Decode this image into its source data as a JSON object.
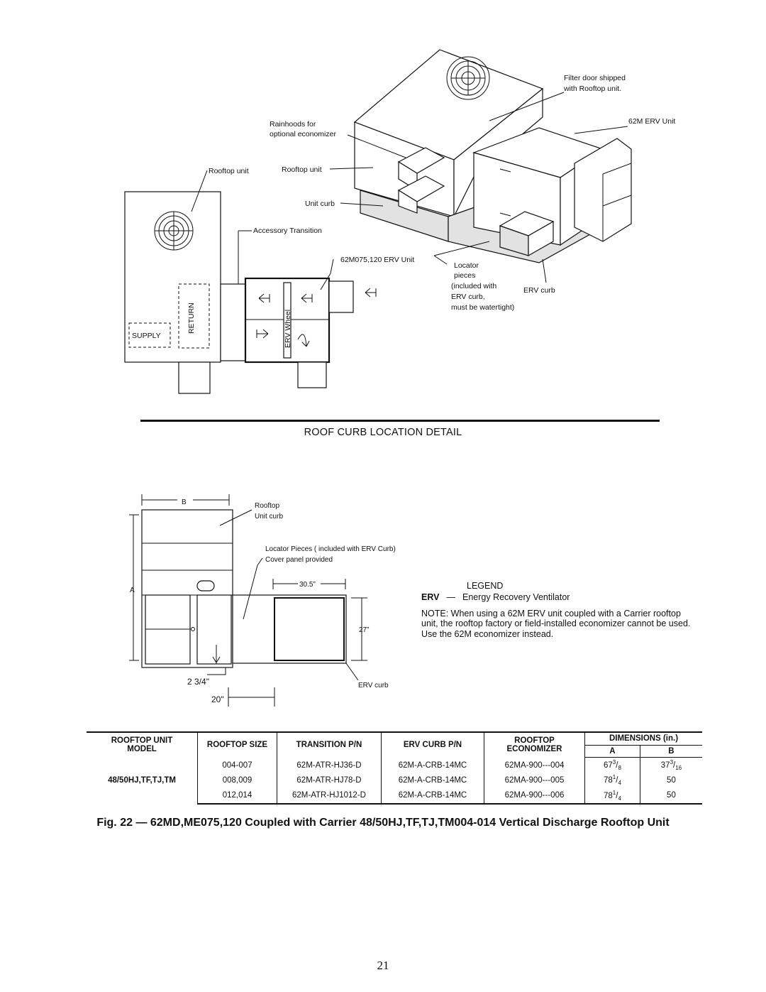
{
  "drawing_top": {
    "callouts": {
      "filter_door_1": "Filter door shipped",
      "filter_door_2": "with Rooftop unit.",
      "erv_unit_62m": "62M ERV Unit",
      "rainhoods_1": "Rainhoods for",
      "rainhoods_2": "optional economizer",
      "rooftop_unit_left": "Rooftop unit",
      "rooftop_unit_center": "Rooftop unit",
      "unit_curb": "Unit curb",
      "accessory_transition": "Accessory Transition",
      "erv_unit_62m075": "62M075,120 ERV Unit",
      "locator_1": "Locator",
      "locator_2": "pieces",
      "locator_3": "(included with",
      "locator_4": "ERV curb,",
      "locator_5": "must be watertight)",
      "erv_curb": "ERV  curb",
      "supply": "SUPPLY",
      "return": "RETURN",
      "erv_wheel": "ERV Wheel"
    }
  },
  "section_title": "ROOF CURB LOCATION DETAIL",
  "drawing_bottom": {
    "callouts": {
      "dim_b": "B",
      "dim_a": "A",
      "rooftop_curb_1": "Rooftop",
      "rooftop_curb_2": "Unit curb",
      "locator_pieces_1": "Locator Pieces ( included with ERV Curb)",
      "locator_pieces_2": "Cover panel provided",
      "dim_30_5": "30.5”",
      "dim_27": "27”",
      "dim_2_3_4": "2 3/4\"",
      "dim_20": "20\"",
      "erv_curb": "ERV curb"
    }
  },
  "legend": {
    "title": "LEGEND",
    "abbr": "ERV",
    "dash": "—",
    "definition": "Energy Recovery Ventilator",
    "note": "NOTE: When using a 62M ERV unit coupled with a Carrier rooftop unit, the rooftop factory or field-installed economizer cannot be used. Use the 62M economizer instead."
  },
  "table": {
    "headers": {
      "model_1": "ROOFTOP UNIT",
      "model_2": "MODEL",
      "size": "ROOFTOP SIZE",
      "transition": "TRANSITION P/N",
      "erv_curb": "ERV CURB P/N",
      "economizer_1": "ROOFTOP",
      "economizer_2": "ECONOMIZER",
      "dimensions": "DIMENSIONS (in.)",
      "dim_a": "A",
      "dim_b": "B"
    },
    "model": "48/50HJ,TF,TJ,TM",
    "rows": [
      {
        "size": "004-007",
        "transition": "62M-ATR-HJ36-D",
        "erv_curb": "62M-A-CRB-14MC",
        "economizer": "62MA-900---004",
        "a_whole": "67",
        "a_num": "3",
        "a_den": "8",
        "b_whole": "37",
        "b_num": "3",
        "b_den": "16"
      },
      {
        "size": "008,009",
        "transition": "62M-ATR-HJ78-D",
        "erv_curb": "62M-A-CRB-14MC",
        "economizer": "62MA-900---005",
        "a_whole": "78",
        "a_num": "1",
        "a_den": "4",
        "b_whole": "50",
        "b_num": "",
        "b_den": ""
      },
      {
        "size": "012,014",
        "transition": "62M-ATR-HJ1012-D",
        "erv_curb": "62M-A-CRB-14MC",
        "economizer": "62MA-900---006",
        "a_whole": "78",
        "a_num": "1",
        "a_den": "4",
        "b_whole": "50",
        "b_num": "",
        "b_den": ""
      }
    ]
  },
  "caption": "Fig. 22 — 62MD,ME075,120 Coupled with Carrier 48/50HJ,TF,TJ,TM004-014 Vertical Discharge Rooftop Unit",
  "page_number": "21"
}
